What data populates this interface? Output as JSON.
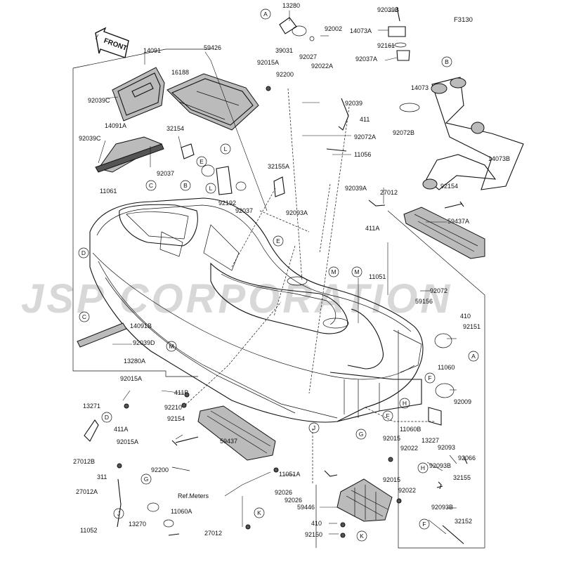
{
  "figure_code": "F3130",
  "front_arrow": "FRONT",
  "watermark": "JSP CORPORATION",
  "ref_meters": "Ref.Meters",
  "circle_markers": [
    "A",
    "B",
    "C",
    "D",
    "E",
    "F",
    "G",
    "H",
    "J",
    "K",
    "L",
    "M"
  ],
  "parts": [
    "13280",
    "92039B",
    "92002",
    "14073A",
    "39031",
    "92161",
    "92027",
    "92022A",
    "92037A",
    "14091",
    "59426",
    "92015A",
    "92200",
    "92039C",
    "16188",
    "14073",
    "92039",
    "411",
    "92039C",
    "14091A",
    "32154",
    "92072A",
    "11056",
    "92072B",
    "14073B",
    "92037",
    "32155A",
    "92192",
    "92037",
    "92039A",
    "27012",
    "92154",
    "11061",
    "92093A",
    "411A",
    "59437A",
    "11051",
    "92072",
    "59156",
    "410",
    "92151",
    "14091B",
    "92039D",
    "13280A",
    "11060",
    "92015A",
    "411B",
    "92210",
    "92009",
    "13271",
    "92154",
    "411A",
    "11060B",
    "13227",
    "92093",
    "92066",
    "92015A",
    "59437",
    "92015",
    "92022",
    "27012B",
    "92200",
    "92093B",
    "32155",
    "311",
    "11051A",
    "27012A",
    "92026",
    "92026",
    "92015",
    "92022",
    "59446",
    "11060A",
    "92093B",
    "11052",
    "13270",
    "27012",
    "410",
    "92150",
    "32152"
  ]
}
